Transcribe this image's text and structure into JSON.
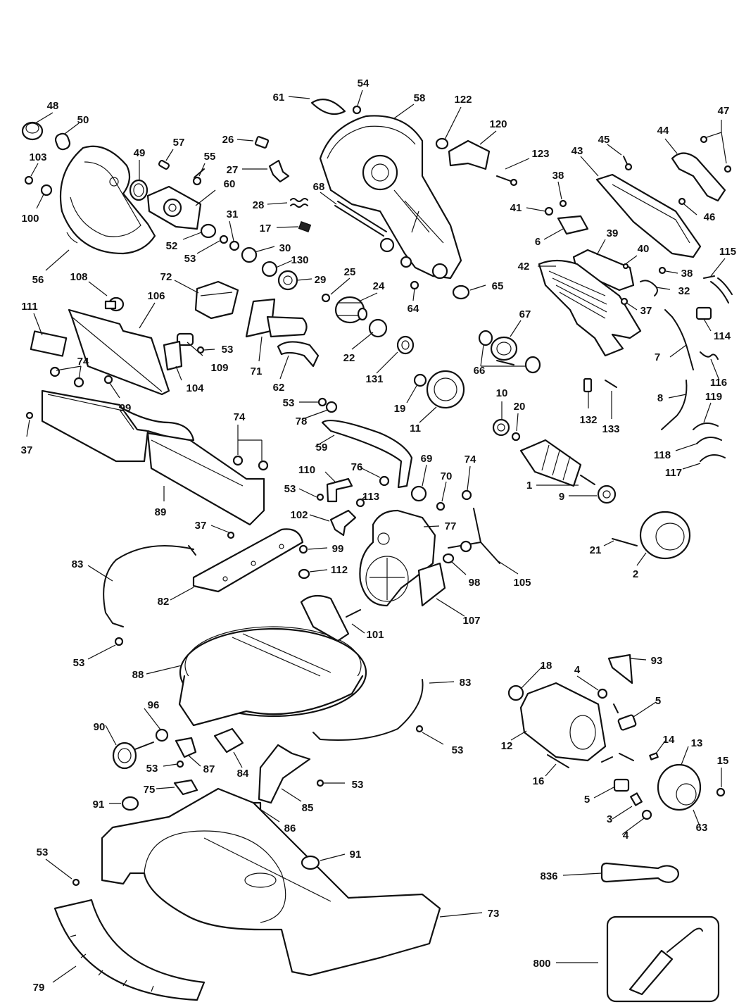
{
  "diagram": {
    "labels": [
      {
        "id": "48",
        "text": "48"
      },
      {
        "id": "50",
        "text": "50"
      },
      {
        "id": "103",
        "text": "103"
      },
      {
        "id": "100",
        "text": "100"
      },
      {
        "id": "49",
        "text": "49"
      },
      {
        "id": "57",
        "text": "57"
      },
      {
        "id": "55",
        "text": "55"
      },
      {
        "id": "60",
        "text": "60"
      },
      {
        "id": "26",
        "text": "26"
      },
      {
        "id": "27",
        "text": "27"
      },
      {
        "id": "28",
        "text": "28"
      },
      {
        "id": "17",
        "text": "17"
      },
      {
        "id": "31",
        "text": "31"
      },
      {
        "id": "52",
        "text": "52"
      },
      {
        "id": "53a",
        "text": "53"
      },
      {
        "id": "30",
        "text": "30"
      },
      {
        "id": "130",
        "text": "130"
      },
      {
        "id": "29",
        "text": "29"
      },
      {
        "id": "56",
        "text": "56"
      },
      {
        "id": "108",
        "text": "108"
      },
      {
        "id": "72",
        "text": "72"
      },
      {
        "id": "106",
        "text": "106"
      },
      {
        "id": "111",
        "text": "111"
      },
      {
        "id": "74a",
        "text": "74"
      },
      {
        "id": "53b",
        "text": "53"
      },
      {
        "id": "109",
        "text": "109"
      },
      {
        "id": "104",
        "text": "104"
      },
      {
        "id": "99a",
        "text": "99"
      },
      {
        "id": "37a",
        "text": "37"
      },
      {
        "id": "61",
        "text": "61"
      },
      {
        "id": "54",
        "text": "54"
      },
      {
        "id": "58",
        "text": "58"
      },
      {
        "id": "68",
        "text": "68"
      },
      {
        "id": "25",
        "text": "25"
      },
      {
        "id": "24",
        "text": "24"
      },
      {
        "id": "22",
        "text": "22"
      },
      {
        "id": "71",
        "text": "71"
      },
      {
        "id": "62",
        "text": "62"
      },
      {
        "id": "131",
        "text": "131"
      },
      {
        "id": "64",
        "text": "64"
      },
      {
        "id": "65",
        "text": "65"
      },
      {
        "id": "122",
        "text": "122"
      },
      {
        "id": "120",
        "text": "120"
      },
      {
        "id": "123",
        "text": "123"
      },
      {
        "id": "38a",
        "text": "38"
      },
      {
        "id": "41",
        "text": "41"
      },
      {
        "id": "6",
        "text": "6"
      },
      {
        "id": "45",
        "text": "45"
      },
      {
        "id": "43",
        "text": "43"
      },
      {
        "id": "44",
        "text": "44"
      },
      {
        "id": "47",
        "text": "47"
      },
      {
        "id": "46",
        "text": "46"
      },
      {
        "id": "39",
        "text": "39"
      },
      {
        "id": "40",
        "text": "40"
      },
      {
        "id": "42",
        "text": "42"
      },
      {
        "id": "38b",
        "text": "38"
      },
      {
        "id": "32",
        "text": "32"
      },
      {
        "id": "115",
        "text": "115"
      },
      {
        "id": "37b",
        "text": "37"
      },
      {
        "id": "114",
        "text": "114"
      },
      {
        "id": "67",
        "text": "67"
      },
      {
        "id": "66",
        "text": "66"
      },
      {
        "id": "7",
        "text": "7"
      },
      {
        "id": "116",
        "text": "116"
      },
      {
        "id": "19",
        "text": "19"
      },
      {
        "id": "11",
        "text": "11"
      },
      {
        "id": "10",
        "text": "10"
      },
      {
        "id": "20",
        "text": "20"
      },
      {
        "id": "132",
        "text": "132"
      },
      {
        "id": "133",
        "text": "133"
      },
      {
        "id": "8",
        "text": "8"
      },
      {
        "id": "119",
        "text": "119"
      },
      {
        "id": "118",
        "text": "118"
      },
      {
        "id": "117",
        "text": "117"
      },
      {
        "id": "53c",
        "text": "53"
      },
      {
        "id": "78",
        "text": "78"
      },
      {
        "id": "59",
        "text": "59"
      },
      {
        "id": "74b",
        "text": "74"
      },
      {
        "id": "89",
        "text": "89"
      },
      {
        "id": "110",
        "text": "110"
      },
      {
        "id": "76",
        "text": "76"
      },
      {
        "id": "69",
        "text": "69"
      },
      {
        "id": "70",
        "text": "70"
      },
      {
        "id": "74c",
        "text": "74"
      },
      {
        "id": "1",
        "text": "1"
      },
      {
        "id": "9",
        "text": "9"
      },
      {
        "id": "53d",
        "text": "53"
      },
      {
        "id": "102",
        "text": "102"
      },
      {
        "id": "113",
        "text": "113"
      },
      {
        "id": "77",
        "text": "77"
      },
      {
        "id": "37c",
        "text": "37"
      },
      {
        "id": "99b",
        "text": "99"
      },
      {
        "id": "112",
        "text": "112"
      },
      {
        "id": "98",
        "text": "98"
      },
      {
        "id": "105",
        "text": "105"
      },
      {
        "id": "21",
        "text": "21"
      },
      {
        "id": "2",
        "text": "2"
      },
      {
        "id": "83a",
        "text": "83"
      },
      {
        "id": "82",
        "text": "82"
      },
      {
        "id": "107",
        "text": "107"
      },
      {
        "id": "101",
        "text": "101"
      },
      {
        "id": "53e",
        "text": "53"
      },
      {
        "id": "88",
        "text": "88"
      },
      {
        "id": "93",
        "text": "93"
      },
      {
        "id": "18",
        "text": "18"
      },
      {
        "id": "4a",
        "text": "4"
      },
      {
        "id": "5a",
        "text": "5"
      },
      {
        "id": "83b",
        "text": "83"
      },
      {
        "id": "96",
        "text": "96"
      },
      {
        "id": "90",
        "text": "90"
      },
      {
        "id": "12",
        "text": "12"
      },
      {
        "id": "14",
        "text": "14"
      },
      {
        "id": "13",
        "text": "13"
      },
      {
        "id": "53f",
        "text": "53"
      },
      {
        "id": "53g",
        "text": "53"
      },
      {
        "id": "87",
        "text": "87"
      },
      {
        "id": "84",
        "text": "84"
      },
      {
        "id": "15",
        "text": "15"
      },
      {
        "id": "16",
        "text": "16"
      },
      {
        "id": "75",
        "text": "75"
      },
      {
        "id": "53h",
        "text": "53"
      },
      {
        "id": "91a",
        "text": "91"
      },
      {
        "id": "85",
        "text": "85"
      },
      {
        "id": "5b",
        "text": "5"
      },
      {
        "id": "3",
        "text": "3"
      },
      {
        "id": "86",
        "text": "86"
      },
      {
        "id": "4b",
        "text": "4"
      },
      {
        "id": "63",
        "text": "63"
      },
      {
        "id": "53i",
        "text": "53"
      },
      {
        "id": "91b",
        "text": "91"
      },
      {
        "id": "836",
        "text": "836"
      },
      {
        "id": "73",
        "text": "73"
      },
      {
        "id": "800",
        "text": "800"
      },
      {
        "id": "79",
        "text": "79"
      }
    ]
  }
}
